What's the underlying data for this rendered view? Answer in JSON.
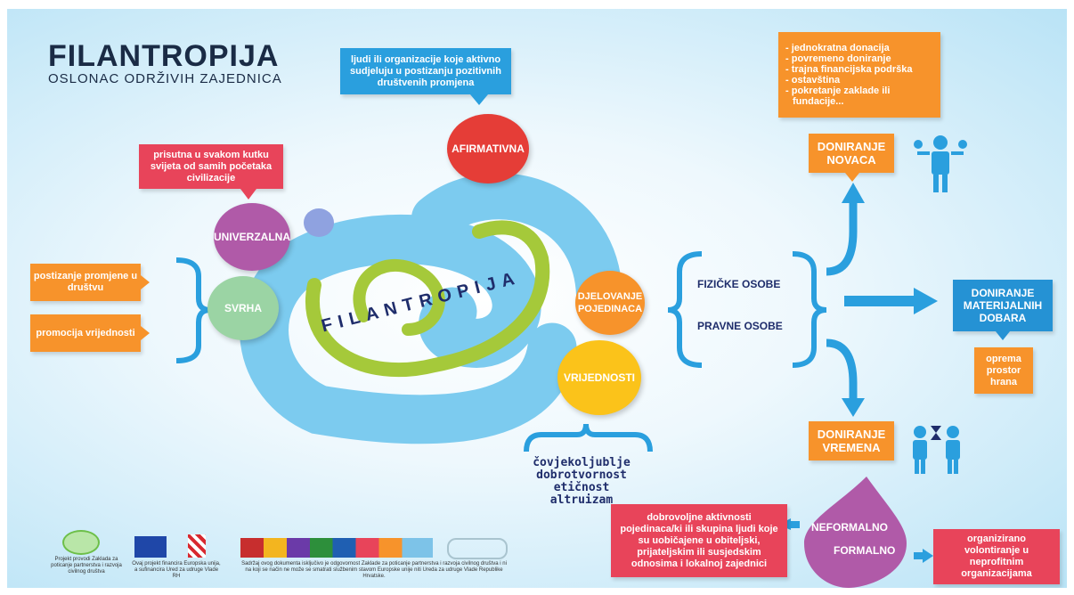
{
  "header": {
    "title": "FILANTROPIJA",
    "subtitle": "OSLONAC ODRŽIVIH ZAJEDNICA"
  },
  "center_word": "FILANTROPIJA",
  "afirmativna": {
    "label": "AFIRMATIVNA",
    "note": "ljudi ili organizacije koje aktivno sudjeluju u postizanju pozitivnih društvenih promjena"
  },
  "univerzalna": {
    "label": "UNIVERZALNA",
    "note": "prisutna u svakom kutku svijeta od samih početaka civilizacije"
  },
  "svrha": {
    "label": "SVRHA",
    "items": [
      "postizanje promjene u društvu",
      "promocija vrijednosti"
    ]
  },
  "djelovanje": {
    "label": "DJELOVANJE POJEDINACA"
  },
  "vrijednosti": {
    "label": "VRIJEDNOSTI",
    "values": [
      "čovjekoljublje",
      "dobrotvornost",
      "etičnost",
      "altruizam"
    ]
  },
  "actors": {
    "physical": "FIZIČKE OSOBE",
    "legal": "PRAVNE OSOBE"
  },
  "doniranje_novaca": {
    "label": "DONIRANJE NOVACA",
    "items": [
      "jednokratna donacija",
      "povremeno doniranje",
      "trajna financijska podrška",
      "ostavština",
      "pokretanje zaklade ili fundacije..."
    ]
  },
  "doniranje_dobara": {
    "label": "DONIRANJE MATERIJALNIH DOBARA",
    "items": [
      "oprema",
      "prostor",
      "hrana"
    ]
  },
  "doniranje_vremena": {
    "label": "DONIRANJE VREMENA"
  },
  "forms": {
    "informal": "NEFORMALNO",
    "formal": "FORMALNO",
    "informal_note": "dobrovoljne aktivnosti pojedinaca/ki ili skupina ljudi koje su uobičajene u obiteljski, prijateljskim ili susjedskim odnosima i lokalnoj zajednici",
    "formal_note": "organizirano volontiranje u neprofitnim organizacijama"
  },
  "footer": {
    "left": "Projekt provodi Zaklada za poticanje partnerstva i razvoja civilnog društva",
    "middle": "Ovaj projekt financira Europska unija, a sufinancira Ured za udruge Vlade RH",
    "right": "Sadržaj ovog dokumenta isključivo je odgovornost Zaklade za poticanje partnerstva i razvoja civilnog društva i ni na koji se način ne može se smatrati službenim stavom Europske unije niti Ureda za udruge Vlade Republike Hrvatske."
  },
  "colors": {
    "orange": "#f7932b",
    "red": "#e8445a",
    "blue": "#2a9fde",
    "purple": "#b05aa8",
    "green": "#9bd4a4",
    "yellow": "#fbc31a",
    "lime": "#a5c93a",
    "navy": "#1f2d6b"
  }
}
